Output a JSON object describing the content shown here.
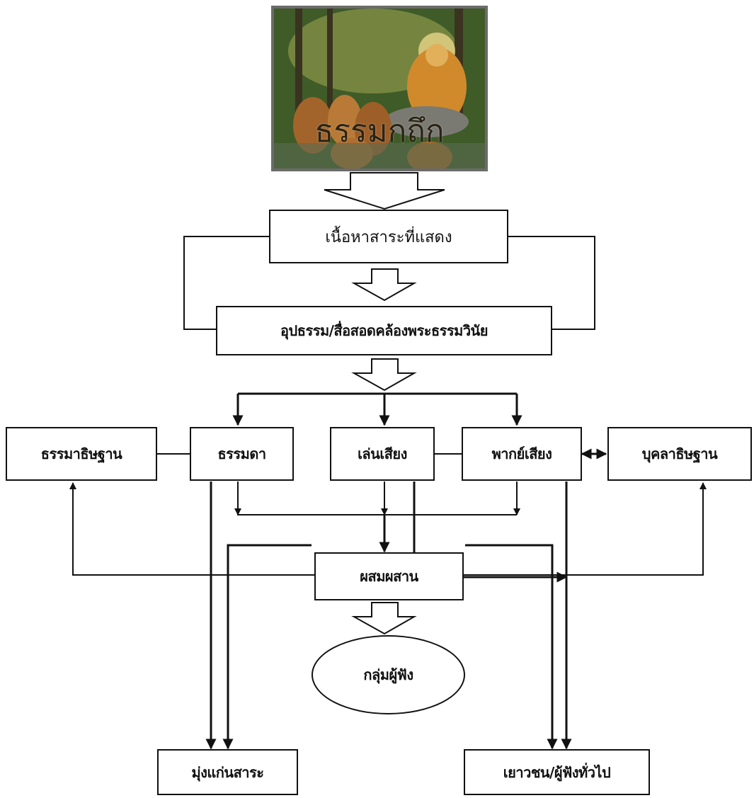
{
  "title_image": {
    "caption": "ธรรมกถึก",
    "icon": "buddha-teaching-painting"
  },
  "nodes": {
    "content": "เนื้อหาสาระที่แสดง",
    "tools": "อุปธรรม/สื่อสอดคล้องพระธรรมวินัย",
    "dhamma_adhitthana": "ธรรมาธิษฐาน",
    "thammada": "ธรรมดา",
    "len_siang": "เล่นเสียง",
    "phak_siang": "พากย์เสียง",
    "bukkhala_adhitthana": "บุคลาธิษฐาน",
    "combined": "ผสมผสาน",
    "audience": "กลุ่มผู้ฟัง",
    "essence": "มุ่งแก่นสาระ",
    "youth": "เยาวชน/ผู้ฟังทั่วไป"
  }
}
